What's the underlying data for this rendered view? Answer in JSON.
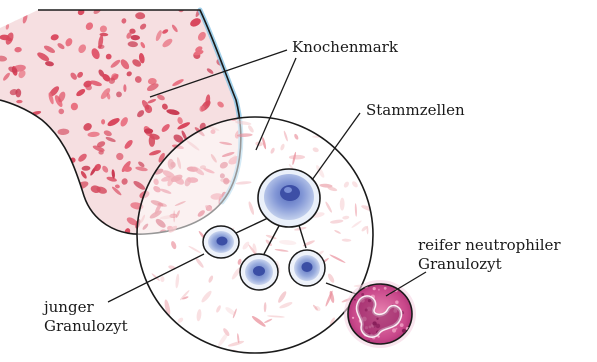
{
  "labels": {
    "bone_marrow": "Knochenmark",
    "stem_cells": "Stammzellen",
    "mature_neutrophil": [
      "reifer neutrophiler",
      "Granulozyt"
    ],
    "young_granulocyte": [
      "junger",
      "Granulozyt"
    ]
  },
  "colors": {
    "marrow_red": "#d9465c",
    "marrow_pink": "#f1b9be",
    "bone_outline": "#1a1a1a",
    "periosteum_blue": "#8fc8e6",
    "stem_cell_blue": "#4a63b5",
    "young_cell_fill": "#dde6f3",
    "neutrophil_magenta": "#b8327a",
    "neutrophil_pink": "#e57aa8"
  }
}
